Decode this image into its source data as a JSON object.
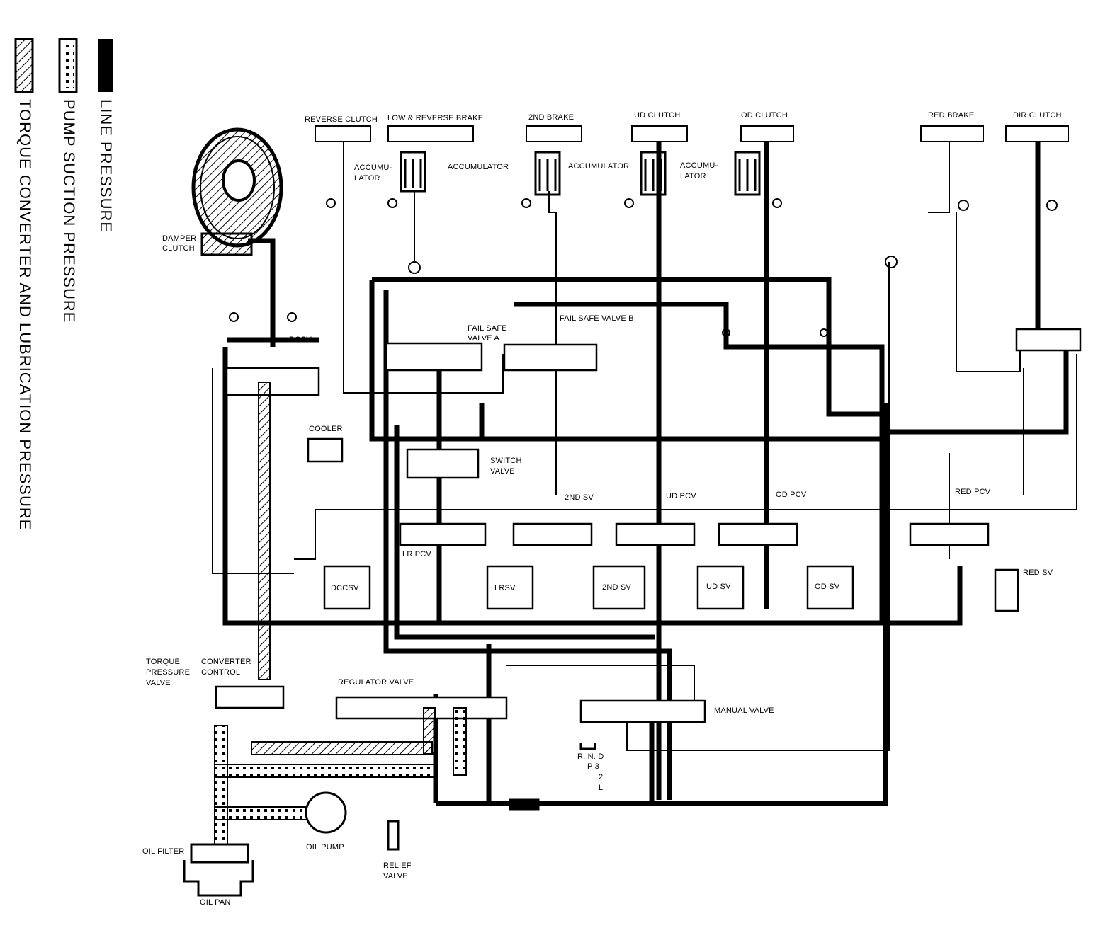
{
  "legend": {
    "line_pressure": "LINE PRESSURE",
    "pump_suction_pressure": "PUMP SUCTION PRESSURE",
    "torque_converter_lubrication": "TORQUE CONVERTER AND LUBRICATION PRESSURE"
  },
  "top_elements": {
    "reverse_clutch": "REVERSE CLUTCH",
    "low_reverse_brake": "LOW &  REVERSE BRAKE",
    "second_brake": "2ND BRAKE",
    "ud_clutch": "UD CLUTCH",
    "od_clutch": "OD CLUTCH",
    "red_brake": "RED BRAKE",
    "dir_clutch": "DIR CLUTCH"
  },
  "accumulators": {
    "accum_1_line1": "ACCUMU-",
    "accum_1_line2": "LATOR",
    "accum_2": "ACCUMULATOR",
    "accum_3": "ACCUMULATOR",
    "accum_4_line1": "ACCUMU-",
    "accum_4_line2": "LATOR"
  },
  "valves": {
    "damper_clutch_line1": "DAMPER",
    "damper_clutch_line2": "CLUTCH",
    "dccv": "DCCV",
    "fail_safe_a_line1": "FAIL SAFE",
    "fail_safe_a_line2": "VALVE A",
    "fail_safe_b": "FAIL SAFE VALVE B",
    "cooler": "COOLER",
    "switch_valve_line1": "SWITCH",
    "switch_valve_line2": "VALVE",
    "second_sv_top": "2ND SV",
    "ud_pcv": "UD PCV",
    "od_pcv": "OD PCV",
    "red_pcv": "RED PCV",
    "lr_pcv": "LR PCV",
    "dccsv": "DCCSV",
    "lrsv": "LRSV",
    "second_sv": "2ND SV",
    "ud_sv": "UD SV",
    "od_sv": "OD SV",
    "red_sv": "RED SV",
    "torque_pressure_line1": "TORQUE",
    "torque_pressure_line2": "PRESSURE",
    "torque_pressure_line3": "VALVE",
    "converter_control_line1": "CONVERTER",
    "converter_control_line2": "CONTROL",
    "regulator_valve": "REGULATOR VALVE",
    "manual_valve": "MANUAL VALVE",
    "oil_filter": "OIL FILTER",
    "oil_pump": "OIL PUMP",
    "oil_pan": "OIL PAN",
    "relief_valve_line1": "RELIEF",
    "relief_valve_line2": "VALVE"
  },
  "gear_positions": {
    "row1": "R.  N.  D",
    "row2": "P      3",
    "row3": "2",
    "row4": "L"
  }
}
